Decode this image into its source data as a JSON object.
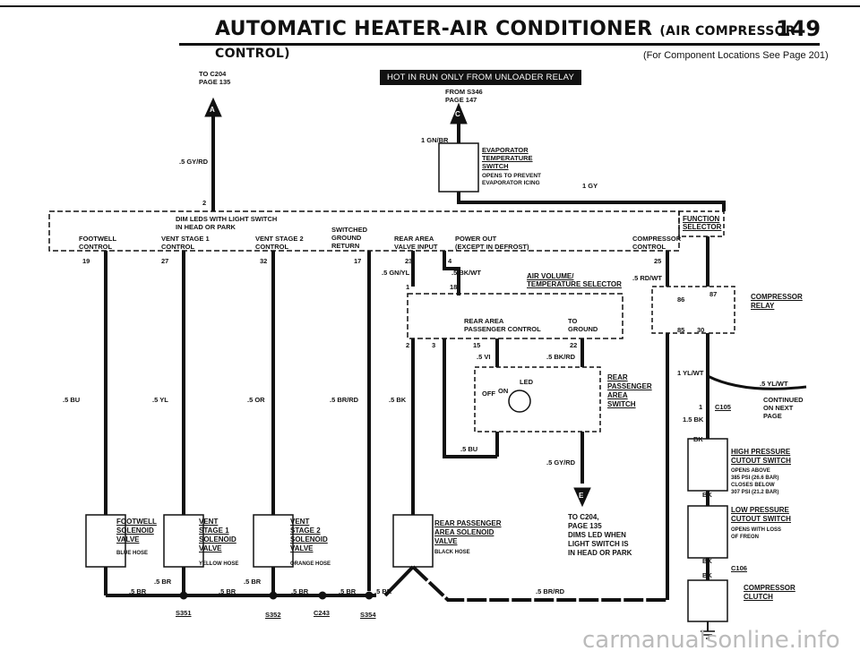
{
  "header": {
    "title_main": "AUTOMATIC HEATER-AIR CONDITIONER",
    "title_sub": "(AIR COMPRESSOR CONTROL)",
    "page_number": "149",
    "subtitle": "(For Component Locations See Page 201)",
    "banner": "HOT IN RUN ONLY FROM UNLOADER RELAY"
  },
  "connectors": {
    "a_ref": "TO C204\nPAGE 135",
    "a_letter": "A",
    "c_ref": "FROM S346\nPAGE 147",
    "c_letter": "C",
    "e_letter": "E",
    "e_ref": "TO C204,\nPAGE 135\nDIMS LED WHEN\nLIGHT SWITCH IS\nIN HEAD OR PARK"
  },
  "wires": {
    "gy_rd": ".5 GY/RD",
    "pin2": "2",
    "gn_br": "1 GN/BR",
    "gy": "1 GY",
    "gn_yl": ".5 GN/YL",
    "bk_wt": ".5 BK/WT",
    "rd_wt": ".5 RD/WT",
    "bu": ".5 BU",
    "yl": ".5 YL",
    "or": ".5 OR",
    "br_rd": ".5 BR/RD",
    "bk": ".5 BK",
    "vi": ".5 VI",
    "bk_rd": ".5 BK/RD",
    "bu2": ".5 BU",
    "gy_rd2": ".5 GY/RD",
    "yl_wt": "1 YL/WT",
    "yl_wt2": ".5 YL/WT",
    "bk15": "1.5 BK",
    "bk_a": "BK",
    "bk_b": "BK",
    "bk_c": "BK",
    "bk_d": "BK",
    "br_1": ".5 BR",
    "br_2": ".5 BR",
    "br_3": ".5 BR",
    "br_4": ".5 BR",
    "br_5": ".5 BR",
    "br_6": ".5 BR",
    "br_7": ".5 BR",
    "br_8": ".5 BR",
    "br_rd2": ".5 BR/RD"
  },
  "pins": {
    "p19": "19",
    "p27": "27",
    "p32": "32",
    "p17": "17",
    "p23": "23",
    "p4": "4",
    "p25": "25",
    "p1": "1",
    "p18": "18",
    "p2": "2",
    "p3": "3",
    "p15": "15",
    "p22": "22",
    "r86": "86",
    "r87": "87",
    "r85": "85",
    "r30": "30",
    "c1": "1"
  },
  "control_box": {
    "dim_leds": "DIM LEDS WITH LIGHT SWITCH\nIN HEAD OR PARK",
    "footwell": "FOOTWELL\nCONTROL",
    "vent1": "VENT STAGE 1\nCONTROL",
    "vent2": "VENT STAGE 2\nCONTROL",
    "switched": "SWITCHED\nGROUND\nRETURN",
    "rear_area": "REAR AREA\nVALVE INPUT",
    "power_out": "POWER OUT\n(EXCEPT IN DEFROST)",
    "compressor_control": "COMPRESSOR\nCONTROL",
    "function_selector": "FUNCTION\nSELECTOR"
  },
  "components": {
    "evap_title": "EVAPORATOR\nTEMPERATURE\nSWITCH",
    "evap_note": "OPENS TO PREVENT\nEVAPORATOR ICING",
    "air_volume": "AIR VOLUME/\nTEMPERATURE SELECTOR",
    "rear_passenger_control": "REAR AREA\nPASSENGER CONTROL",
    "to_ground": "TO\nGROUND",
    "led": "LED",
    "off": "OFF",
    "on": "ON",
    "rear_switch": "REAR\nPASSENGER\nAREA\nSWITCH",
    "compressor_relay": "COMPRESSOR\nRELAY",
    "c105": "C105",
    "continued": "CONTINUED\nON NEXT\nPAGE",
    "high_pressure": "HIGH PRESSURE\nCUTOUT SWITCH",
    "high_note": "OPENS ABOVE\n385 PSI (26.6 BAR)\nCLOSES BELOW\n307 PSI (21.2 BAR)",
    "low_pressure": "LOW PRESSURE\nCUTOUT SWITCH",
    "low_note": "OPENS WITH LOSS\nOF FREON",
    "c106": "C106",
    "clutch": "COMPRESSOR\nCLUTCH",
    "footwell_valve": "FOOTWELL\nSOLENOID\nVALVE",
    "footwell_hose": "BLUE HOSE",
    "vent1_valve": "VENT\nSTAGE 1\nSOLENOID\nVALVE",
    "vent1_hose": "YELLOW HOSE",
    "vent2_valve": "VENT\nSTAGE 2\nSOLENOID\nVALVE",
    "vent2_hose": "ORANGE HOSE",
    "rear_valve": "REAR PASSENGER\nAREA SOLENOID\nVALVE",
    "rear_hose": "BLACK HOSE"
  },
  "splices": {
    "s351": "S351",
    "s352": "S352",
    "c243": "C243",
    "s354": "S354"
  },
  "watermark": "carmanualsonline.info"
}
